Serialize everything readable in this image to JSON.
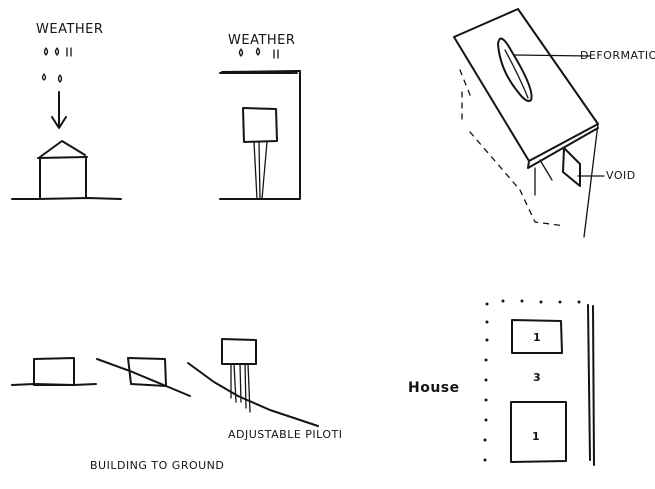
{
  "labels": {
    "weather_left": "WEATHER",
    "weather_right": "WEATHER",
    "deformation": "DEFORMATION",
    "void": "VOID",
    "adjustable_piloti": "ADJUSTABLE PILOTI",
    "building_to_ground": "BUILDING TO GROUND",
    "house": "House"
  },
  "plan": {
    "top_room": "1",
    "middle": "3",
    "bottom_room": "1"
  },
  "colors": {
    "ink": "#141414",
    "paper": "#ffffff"
  }
}
